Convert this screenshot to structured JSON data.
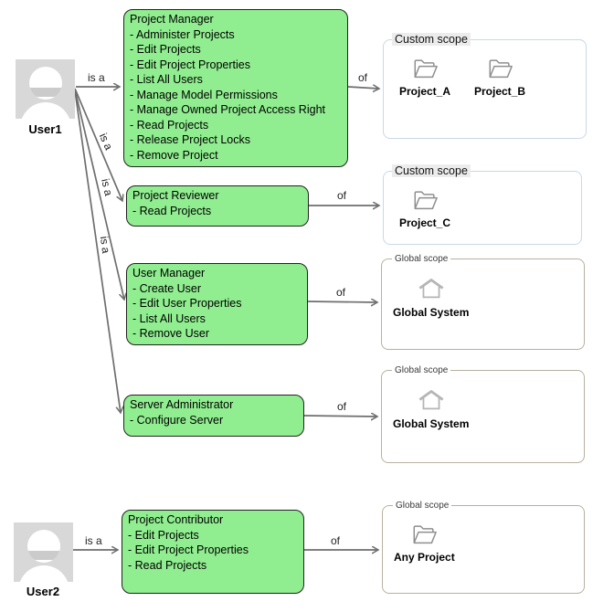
{
  "diagram": {
    "users": [
      {
        "name": "User1"
      },
      {
        "name": "User2"
      }
    ],
    "roles": [
      {
        "title": "Project Manager",
        "permissions": [
          "- Administer Projects",
          "- Edit Projects",
          "- Edit Project Properties",
          "- List All Users",
          "- Manage Model Permissions",
          "- Manage Owned Project Access Right",
          "- Read Projects",
          "- Release Project Locks",
          "- Remove Project"
        ]
      },
      {
        "title": "Project Reviewer",
        "permissions": [
          "- Read Projects"
        ]
      },
      {
        "title": "User Manager",
        "permissions": [
          "- Create User",
          "- Edit User Properties",
          "- List All Users",
          "- Remove User"
        ]
      },
      {
        "title": "Server Administrator",
        "permissions": [
          "- Configure Server"
        ]
      },
      {
        "title": "Project Contributor",
        "permissions": [
          "- Edit Projects",
          "- Edit Project Properties",
          "- Read Projects"
        ]
      }
    ],
    "scopes": [
      {
        "label": "Custom scope",
        "type": "custom",
        "items": [
          {
            "icon": "folder-icon",
            "name": "Project_A"
          },
          {
            "icon": "folder-icon",
            "name": "Project_B"
          }
        ]
      },
      {
        "label": "Custom scope",
        "type": "custom",
        "items": [
          {
            "icon": "folder-icon",
            "name": "Project_C"
          }
        ]
      },
      {
        "label": "Global scope",
        "type": "global",
        "items": [
          {
            "icon": "home-icon",
            "name": "Global System"
          }
        ]
      },
      {
        "label": "Global scope",
        "type": "global",
        "items": [
          {
            "icon": "home-icon",
            "name": "Global System"
          }
        ]
      },
      {
        "label": "Global scope",
        "type": "global",
        "items": [
          {
            "icon": "folder-icon",
            "name": "Any Project"
          }
        ]
      }
    ],
    "edge_labels": {
      "is_a": "is a",
      "of": "of"
    },
    "colors": {
      "role_fill": "#90ee90",
      "role_border": "#222222",
      "custom_scope_border": "#c9d8e9",
      "global_scope_border": "#b9b1a0",
      "arrow": "#6e6e6e",
      "avatar_bg": "#d8d8d8"
    }
  }
}
